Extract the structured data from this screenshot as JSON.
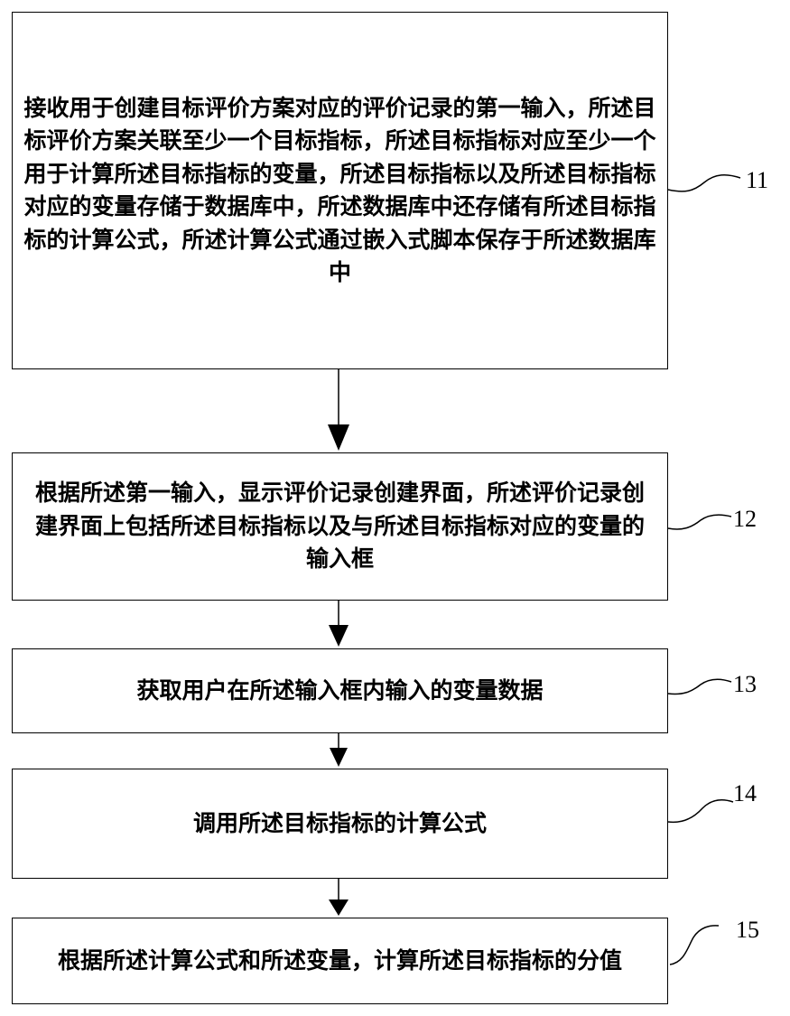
{
  "steps": [
    {
      "ref": "11",
      "text": "接收用于创建目标评价方案对应的评价记录的第一输入，所述目标评价方案关联至少一个目标指标，所述目标指标对应至少一个用于计算所述目标指标的变量，所述目标指标以及所述目标指标对应的变量存储于数据库中，所述数据库中还存储有所述目标指标的计算公式，所述计算公式通过嵌入式脚本保存于所述数据库中"
    },
    {
      "ref": "12",
      "text": "根据所述第一输入，显示评价记录创建界面，所述评价记录创建界面上包括所述目标指标以及与所述目标指标对应的变量的输入框"
    },
    {
      "ref": "13",
      "text": "获取用户在所述输入框内输入的变量数据"
    },
    {
      "ref": "14",
      "text": "调用所述目标指标的计算公式"
    },
    {
      "ref": "15",
      "text": "根据所述计算公式和所述变量，计算所述目标指标的分值"
    }
  ]
}
